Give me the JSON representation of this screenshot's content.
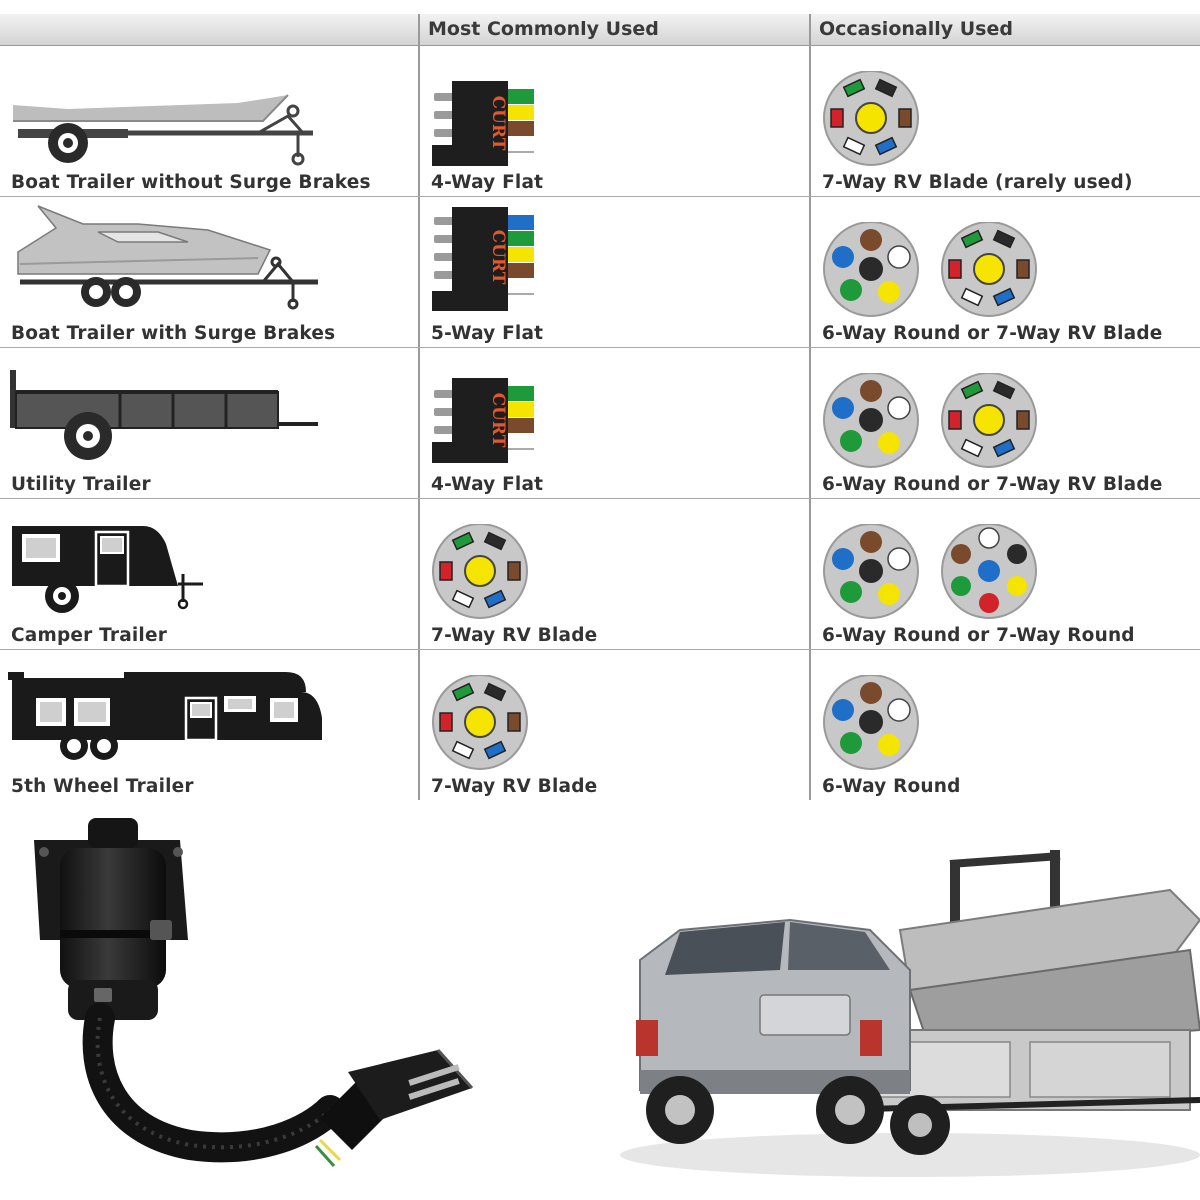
{
  "header": {
    "col1": "",
    "col2": "Most Commonly Used",
    "col3": "Occasionally Used"
  },
  "rows": [
    {
      "trailer": "Boat Trailer without Surge Brakes",
      "common": "4-Way Flat",
      "occasional": "7-Way RV Blade (rarely used)"
    },
    {
      "trailer": "Boat Trailer with Surge Brakes",
      "common": "5-Way Flat",
      "occasional": "6-Way Round or 7-Way RV Blade"
    },
    {
      "trailer": "Utility Trailer",
      "common": "4-Way Flat",
      "occasional": "6-Way Round or 7-Way RV Blade"
    },
    {
      "trailer": "Camper Trailer",
      "common": "7-Way RV Blade",
      "occasional": "6-Way Round or 7-Way Round"
    },
    {
      "trailer": "5th Wheel Trailer",
      "common": "7-Way RV Blade",
      "occasional": "6-Way Round"
    }
  ],
  "brand": "CURT",
  "icons": {
    "flat4": "4-way-flat-connector-icon",
    "flat5": "5-way-flat-connector-icon",
    "blade7": "7-way-rv-blade-connector-icon",
    "round6": "6-way-round-connector-icon",
    "round7": "7-way-round-connector-icon"
  },
  "colors": {
    "green": "#1f9a3a",
    "yellow": "#f5e400",
    "brown": "#7a4a2c",
    "blue": "#1f6ec8",
    "red": "#d2232a",
    "white": "#ffffff",
    "black": "#2a2a2a",
    "plug_gray": "#c8c8c8"
  }
}
